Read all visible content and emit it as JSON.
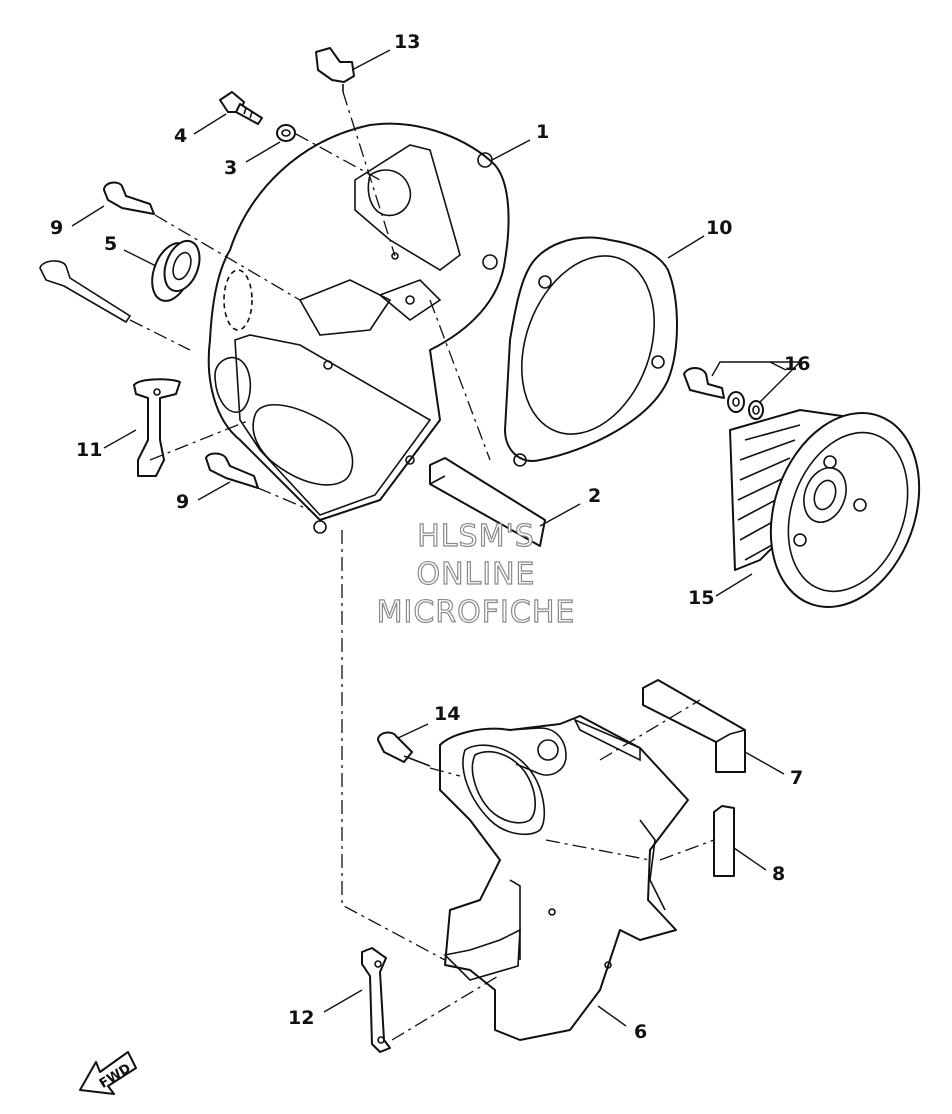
{
  "diagram": {
    "callouts": [
      "1",
      "2",
      "3",
      "4",
      "5",
      "6",
      "7",
      "8",
      "9",
      "9",
      "10",
      "11",
      "12",
      "13",
      "14",
      "15",
      "16"
    ],
    "watermark": {
      "line1": "HLSM'S",
      "line2": "ONLINE",
      "line3": "MICROFICHE"
    },
    "direction_arrow": "FWD"
  }
}
